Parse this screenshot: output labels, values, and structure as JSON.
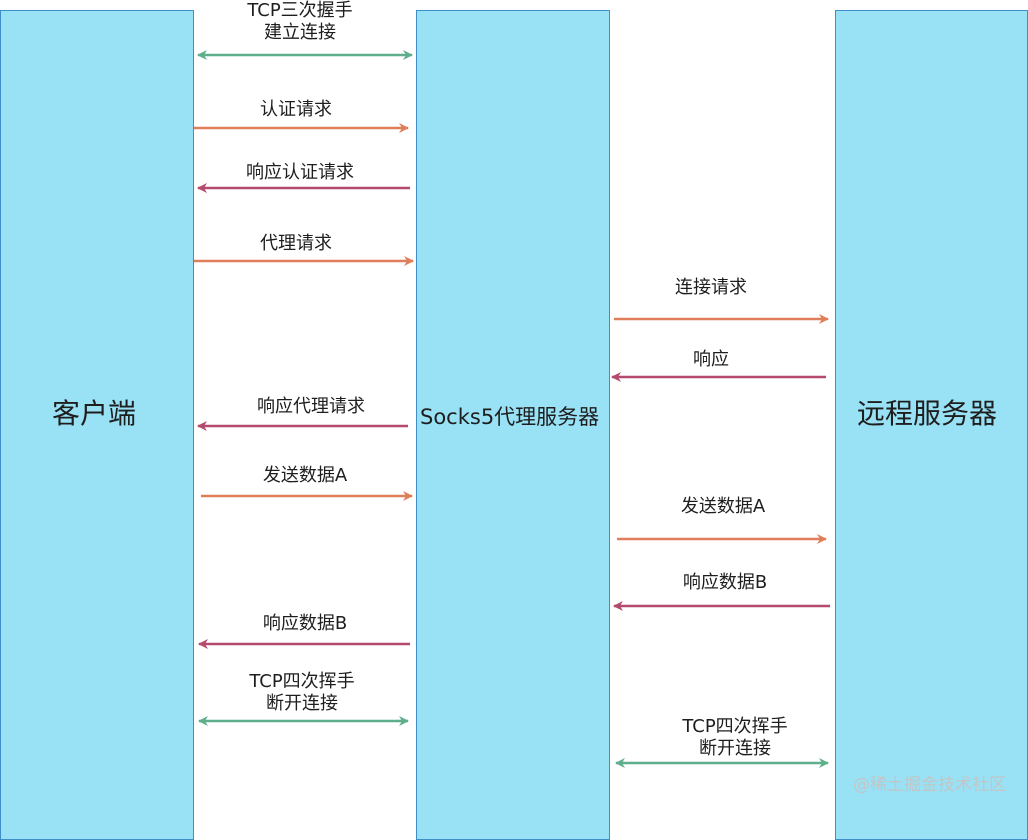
{
  "columns": {
    "client": "客户端",
    "proxy": "Socks5代理服务器",
    "remote": "远程服务器"
  },
  "messages": {
    "handshake_line1": "TCP三次握手",
    "handshake_line2": "建立连接",
    "auth_req": "认证请求",
    "auth_resp": "响应认证请求",
    "proxy_req": "代理请求",
    "connect_req": "连接请求",
    "connect_resp": "响应",
    "proxy_resp": "响应代理请求",
    "send_a_left": "发送数据A",
    "send_a_right": "发送数据A",
    "resp_b_right": "响应数据B",
    "resp_b_left": "响应数据B",
    "close_left_line1": "TCP四次挥手",
    "close_left_line2": "断开连接",
    "close_right_line1": "TCP四次挥手",
    "close_right_line2": "断开连接"
  },
  "watermark": "@稀土掘金技术社区",
  "colors": {
    "lane_fill": "#99e1f5",
    "lane_border": "#3f8ec9",
    "request_arrow": "#e07e5a",
    "response_arrow": "#b5496e",
    "bidirectional_arrow": "#5fae8c"
  }
}
